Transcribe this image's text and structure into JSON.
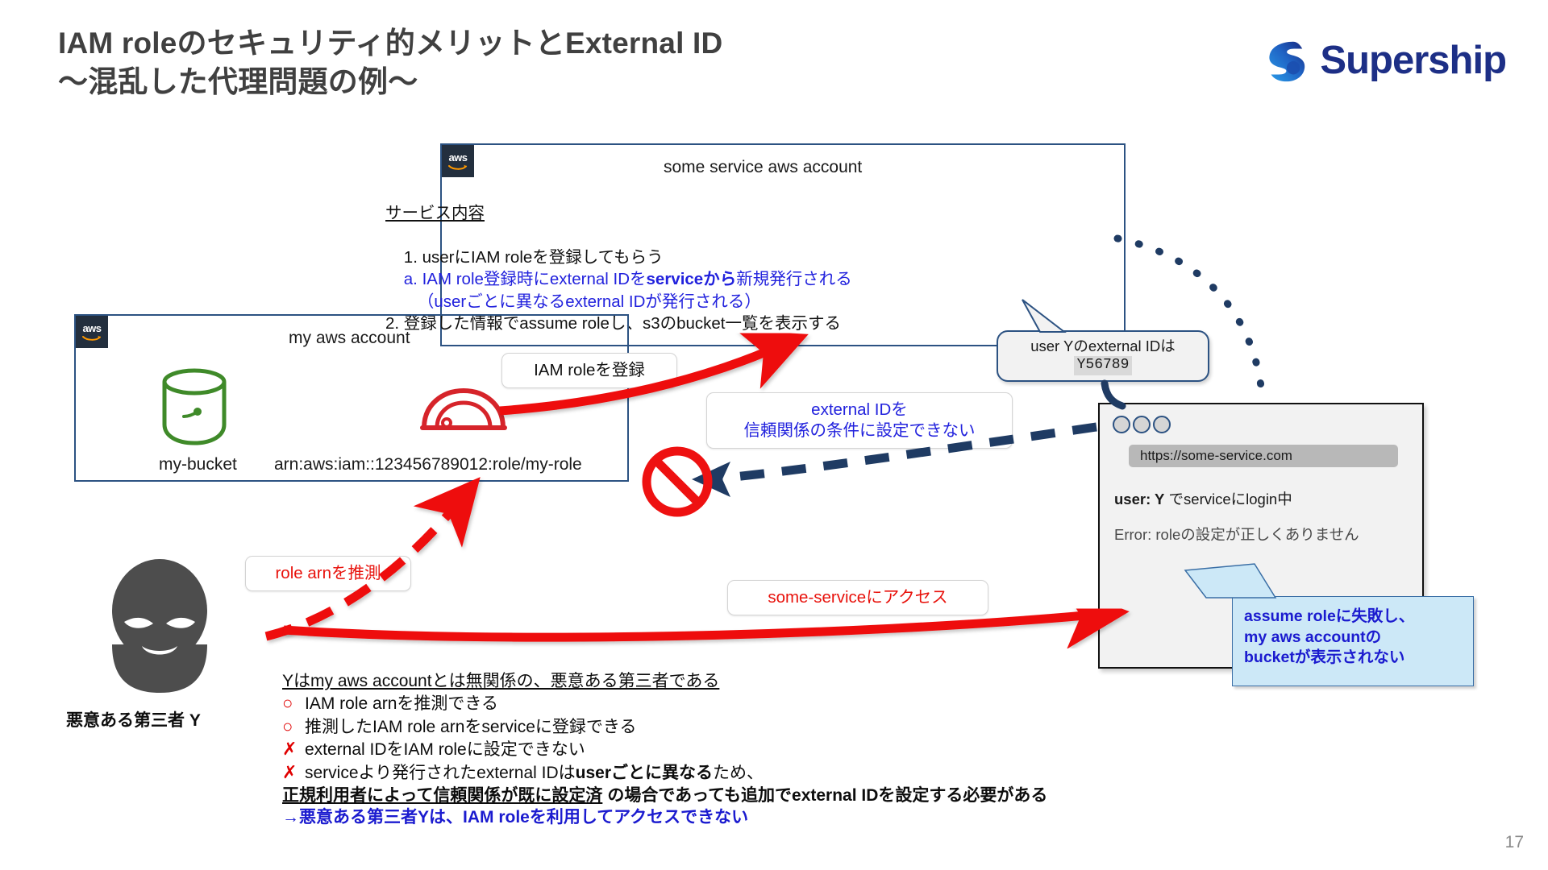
{
  "slide": {
    "title": "IAM roleのセキュリティ的メリットとExternal ID\n～混乱した代理問題の例～",
    "page_number": "17",
    "brand": {
      "name": "Supership",
      "color": "#1d2f86",
      "accent": "#2a7de1"
    }
  },
  "service_account": {
    "aws_badge": "aws",
    "label": "some service aws account",
    "body": {
      "heading": "サービス内容",
      "item1": "1. userにIAM roleを登録してもらう",
      "item1a_pre": "    a. IAM role登録時にexternal IDを",
      "item1a_bold": "serviceから",
      "item1a_post": "新規発行される",
      "item1a_note": "       （userごとに異なるexternal IDが発行される）",
      "item2": "2. 登録した情報でassume roleし、s3のbucket一覧を表示する"
    }
  },
  "my_account": {
    "aws_badge": "aws",
    "label": "my aws account",
    "bucket_name": "my-bucket",
    "role_arn": "arn:aws:iam::123456789012:role/my-role"
  },
  "labels": {
    "register_role": "IAM roleを登録",
    "cannot_set_external_id": "external IDを\n信頼関係の条件に設定できない",
    "guess_role_arn": "role arnを推測",
    "access_some_service": "some-serviceにアクセス"
  },
  "bubble": {
    "line1": "user Yのexternal IDは",
    "external_id": "Y56789"
  },
  "browser": {
    "url": "https://some-service.com",
    "login_bold": "user: Y",
    "login_rest": " でserviceにlogin中",
    "error": "Error: roleの設定が正しくありません"
  },
  "callout": {
    "text": "assume roleに失敗し、\nmy aws accountの\nbucketが表示されない"
  },
  "attacker": {
    "label": "悪意ある第三者 Y"
  },
  "notes": {
    "headline": "Yはmy aws accountとは無関係の、悪意ある第三者である",
    "items": [
      {
        "mark": "○",
        "text": "IAM role arnを推測できる"
      },
      {
        "mark": "○",
        "text": "推測したIAM role arnをserviceに登録できる"
      },
      {
        "mark": "✗",
        "text": "external IDをIAM roleに設定できない"
      }
    ],
    "item4": {
      "mark": "✗",
      "pre": "serviceより発行されたexternal IDは",
      "bold": "userごとに異なる",
      "post": "ため、"
    },
    "conclusion_underline": "正規利用者によって信頼関係が既に設定済",
    "conclusion_rest": "の場合であっても追加でexternal IDを設定する必要がある",
    "final": "→悪意ある第三者Yは、IAM roleを利用してアクセスできない"
  }
}
